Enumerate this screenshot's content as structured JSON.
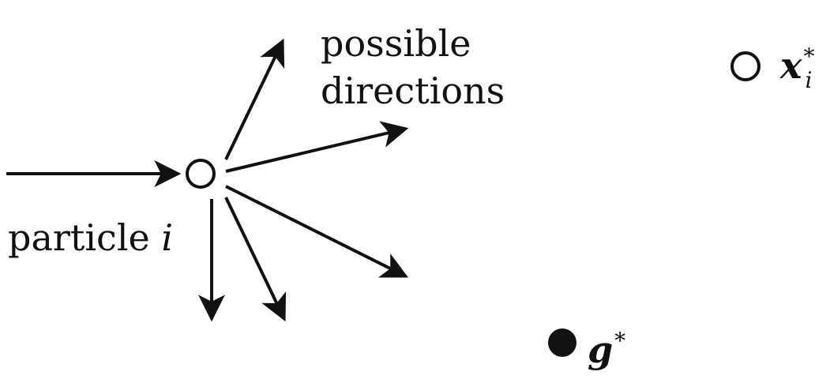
{
  "diagram": {
    "labels": {
      "particle": "particle",
      "particle_index": "i",
      "directions_line1": "possible",
      "directions_line2": "directions",
      "personal_best_symbol": "x",
      "personal_best_sub": "i",
      "personal_best_sup": "*",
      "global_best_symbol": "g",
      "global_best_sup": "*"
    },
    "colors": {
      "ink": "#111111",
      "background": "#ffffff"
    }
  }
}
